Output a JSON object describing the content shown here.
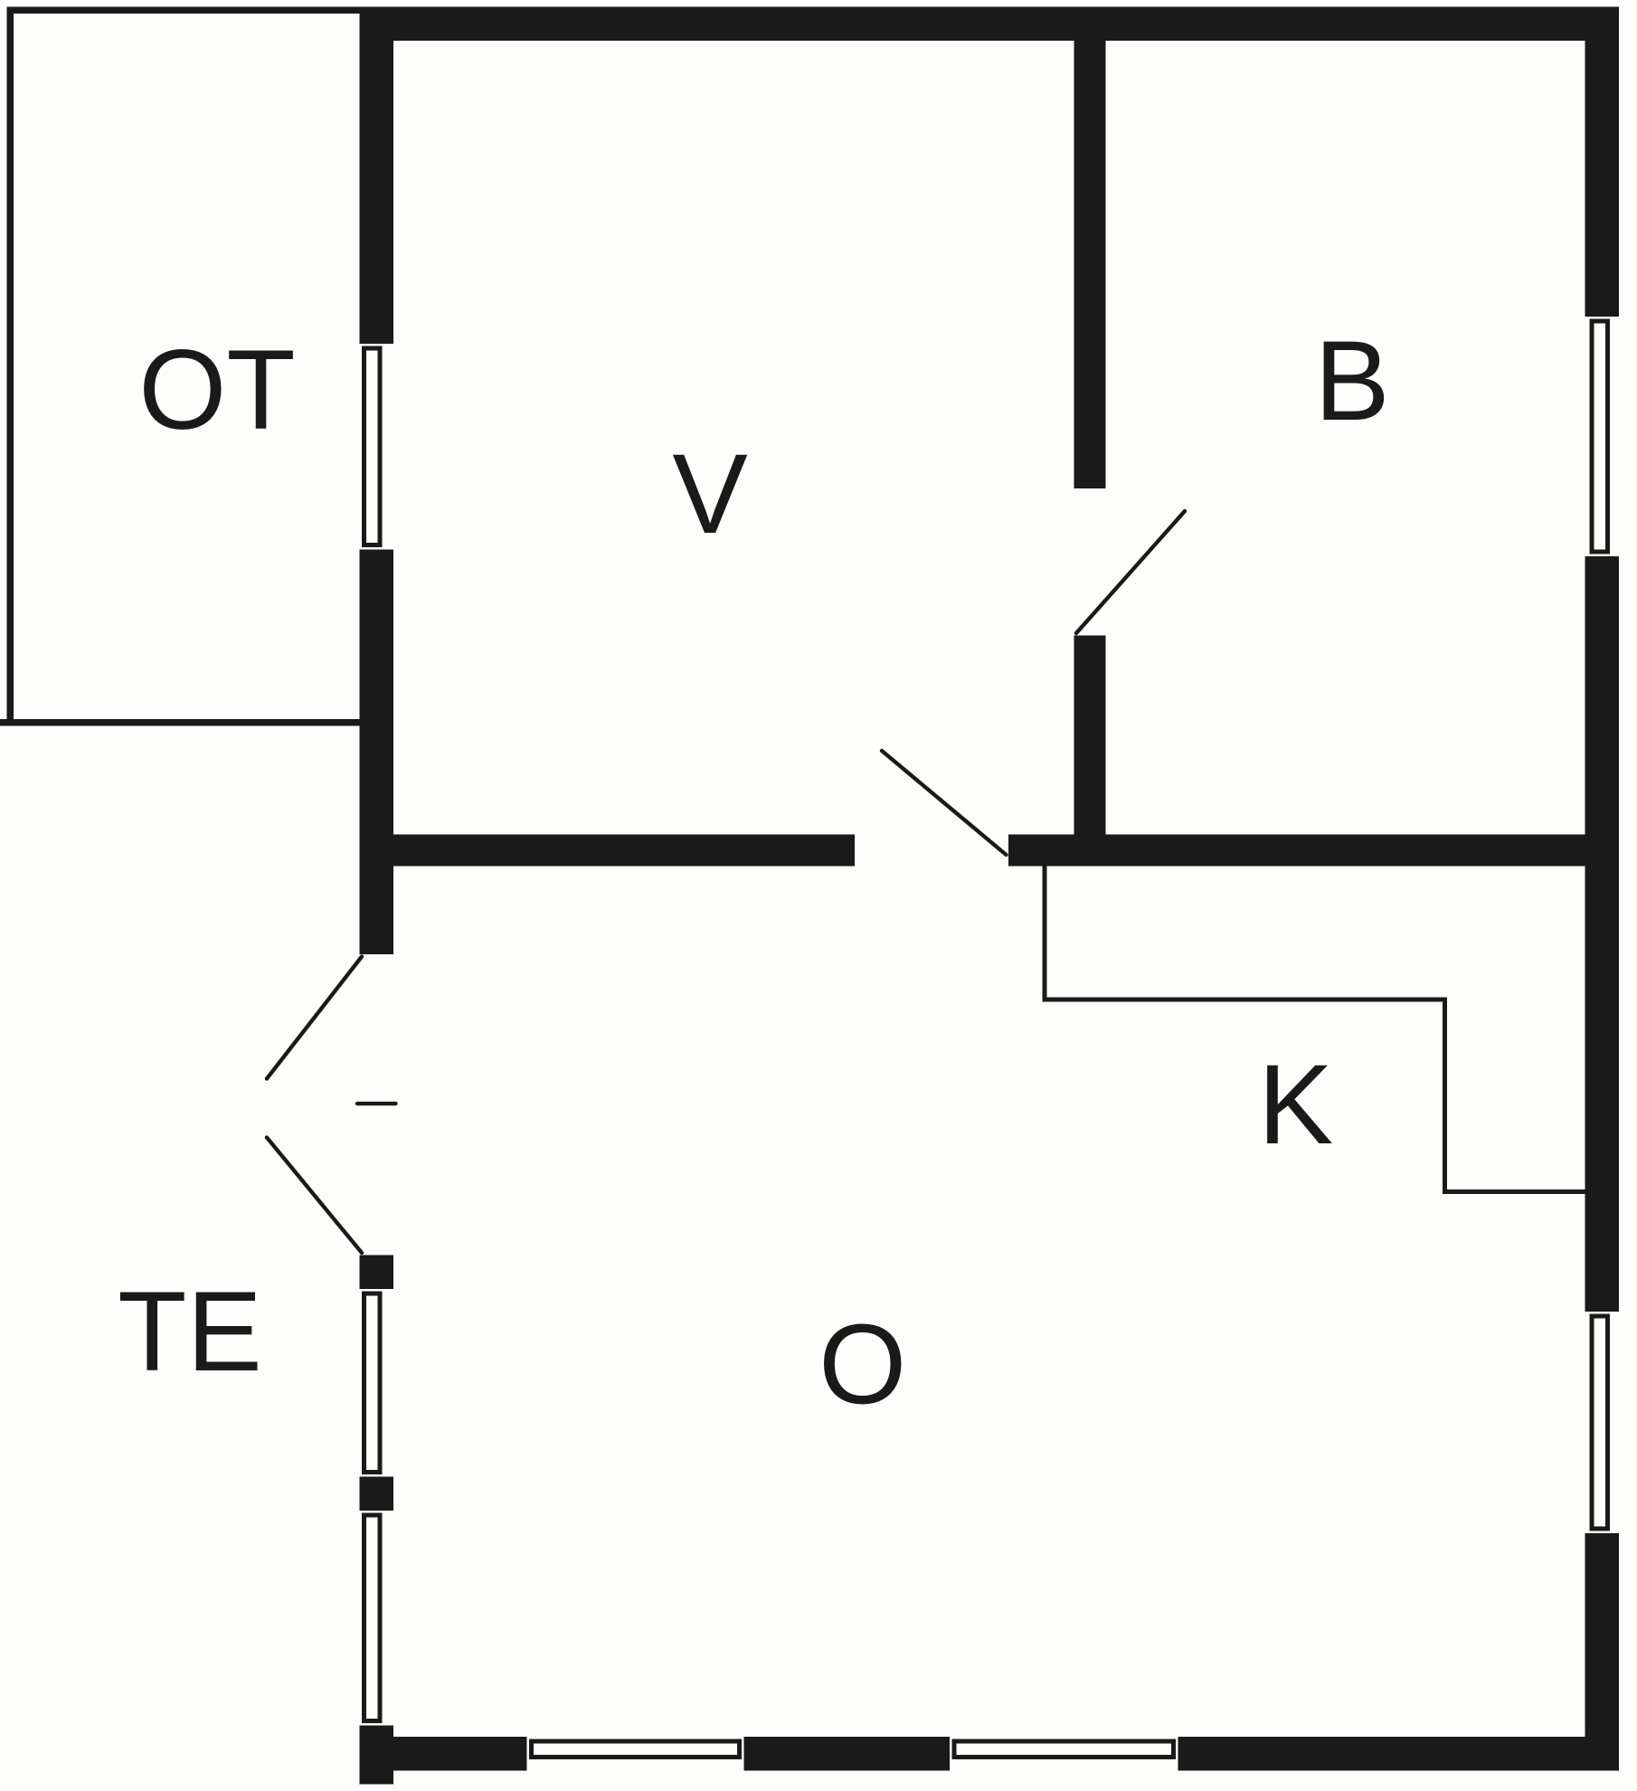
{
  "plan": {
    "rooms": {
      "ot": "OT",
      "v": "V",
      "b": "B",
      "te": "TE",
      "k": "K",
      "o": "O"
    }
  },
  "colors": {
    "wall": "#1a1a1a",
    "background": "#fdfdfb"
  }
}
